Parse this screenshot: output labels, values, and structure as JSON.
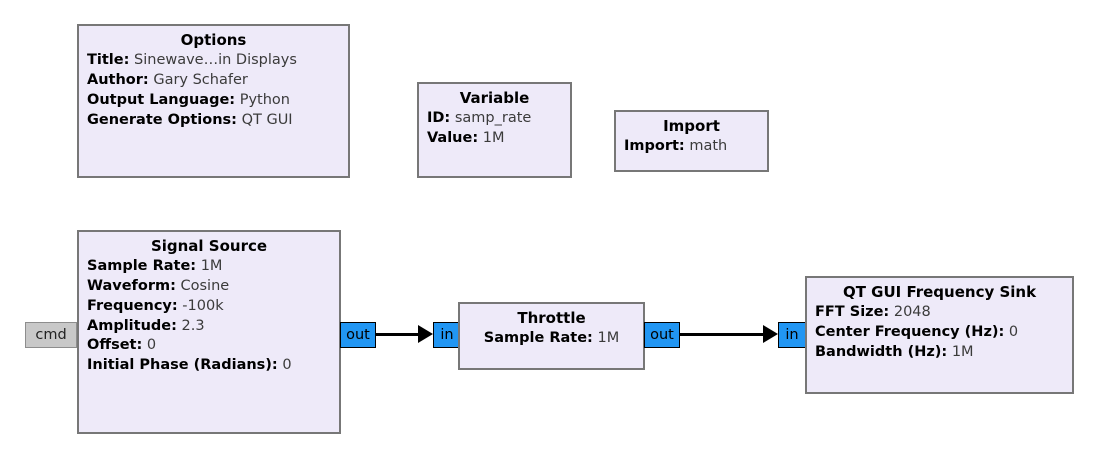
{
  "canvas": {
    "background": "#ffffff",
    "block_fill": "#eeeaf9",
    "block_border": "#777777",
    "port_color": "#2196f3",
    "message_port_color": "#c8c8c8",
    "connection_color": "#000000"
  },
  "blocks": {
    "options": {
      "title": "Options",
      "props": [
        {
          "key": "Title:",
          "value": "Sinewave…in Displays"
        },
        {
          "key": "Author:",
          "value": "Gary Schafer"
        },
        {
          "key": "Output Language:",
          "value": "Python"
        },
        {
          "key": "Generate Options:",
          "value": "QT GUI"
        }
      ]
    },
    "variable": {
      "title": "Variable",
      "props": [
        {
          "key": "ID:",
          "value": "samp_rate"
        },
        {
          "key": "Value:",
          "value": "1M"
        }
      ]
    },
    "import": {
      "title": "Import",
      "props": [
        {
          "key": "Import:",
          "value": "math"
        }
      ]
    },
    "signal_source": {
      "title": "Signal Source",
      "props": [
        {
          "key": "Sample Rate:",
          "value": "1M"
        },
        {
          "key": "Waveform:",
          "value": "Cosine"
        },
        {
          "key": "Frequency:",
          "value": "-100k"
        },
        {
          "key": "Amplitude:",
          "value": "2.3"
        },
        {
          "key": "Offset:",
          "value": "0"
        },
        {
          "key": "Initial Phase (Radians):",
          "value": "0"
        }
      ],
      "ports": {
        "cmd": "cmd",
        "out": "out"
      }
    },
    "throttle": {
      "title": "Throttle",
      "props": [
        {
          "key": "Sample Rate:",
          "value": "1M"
        }
      ],
      "ports": {
        "in": "in",
        "out": "out"
      }
    },
    "freq_sink": {
      "title": "QT GUI Frequency Sink",
      "props": [
        {
          "key": "FFT Size:",
          "value": "2048"
        },
        {
          "key": "Center Frequency (Hz):",
          "value": "0"
        },
        {
          "key": "Bandwidth (Hz):",
          "value": "1M"
        }
      ],
      "ports": {
        "in": "in"
      }
    }
  }
}
